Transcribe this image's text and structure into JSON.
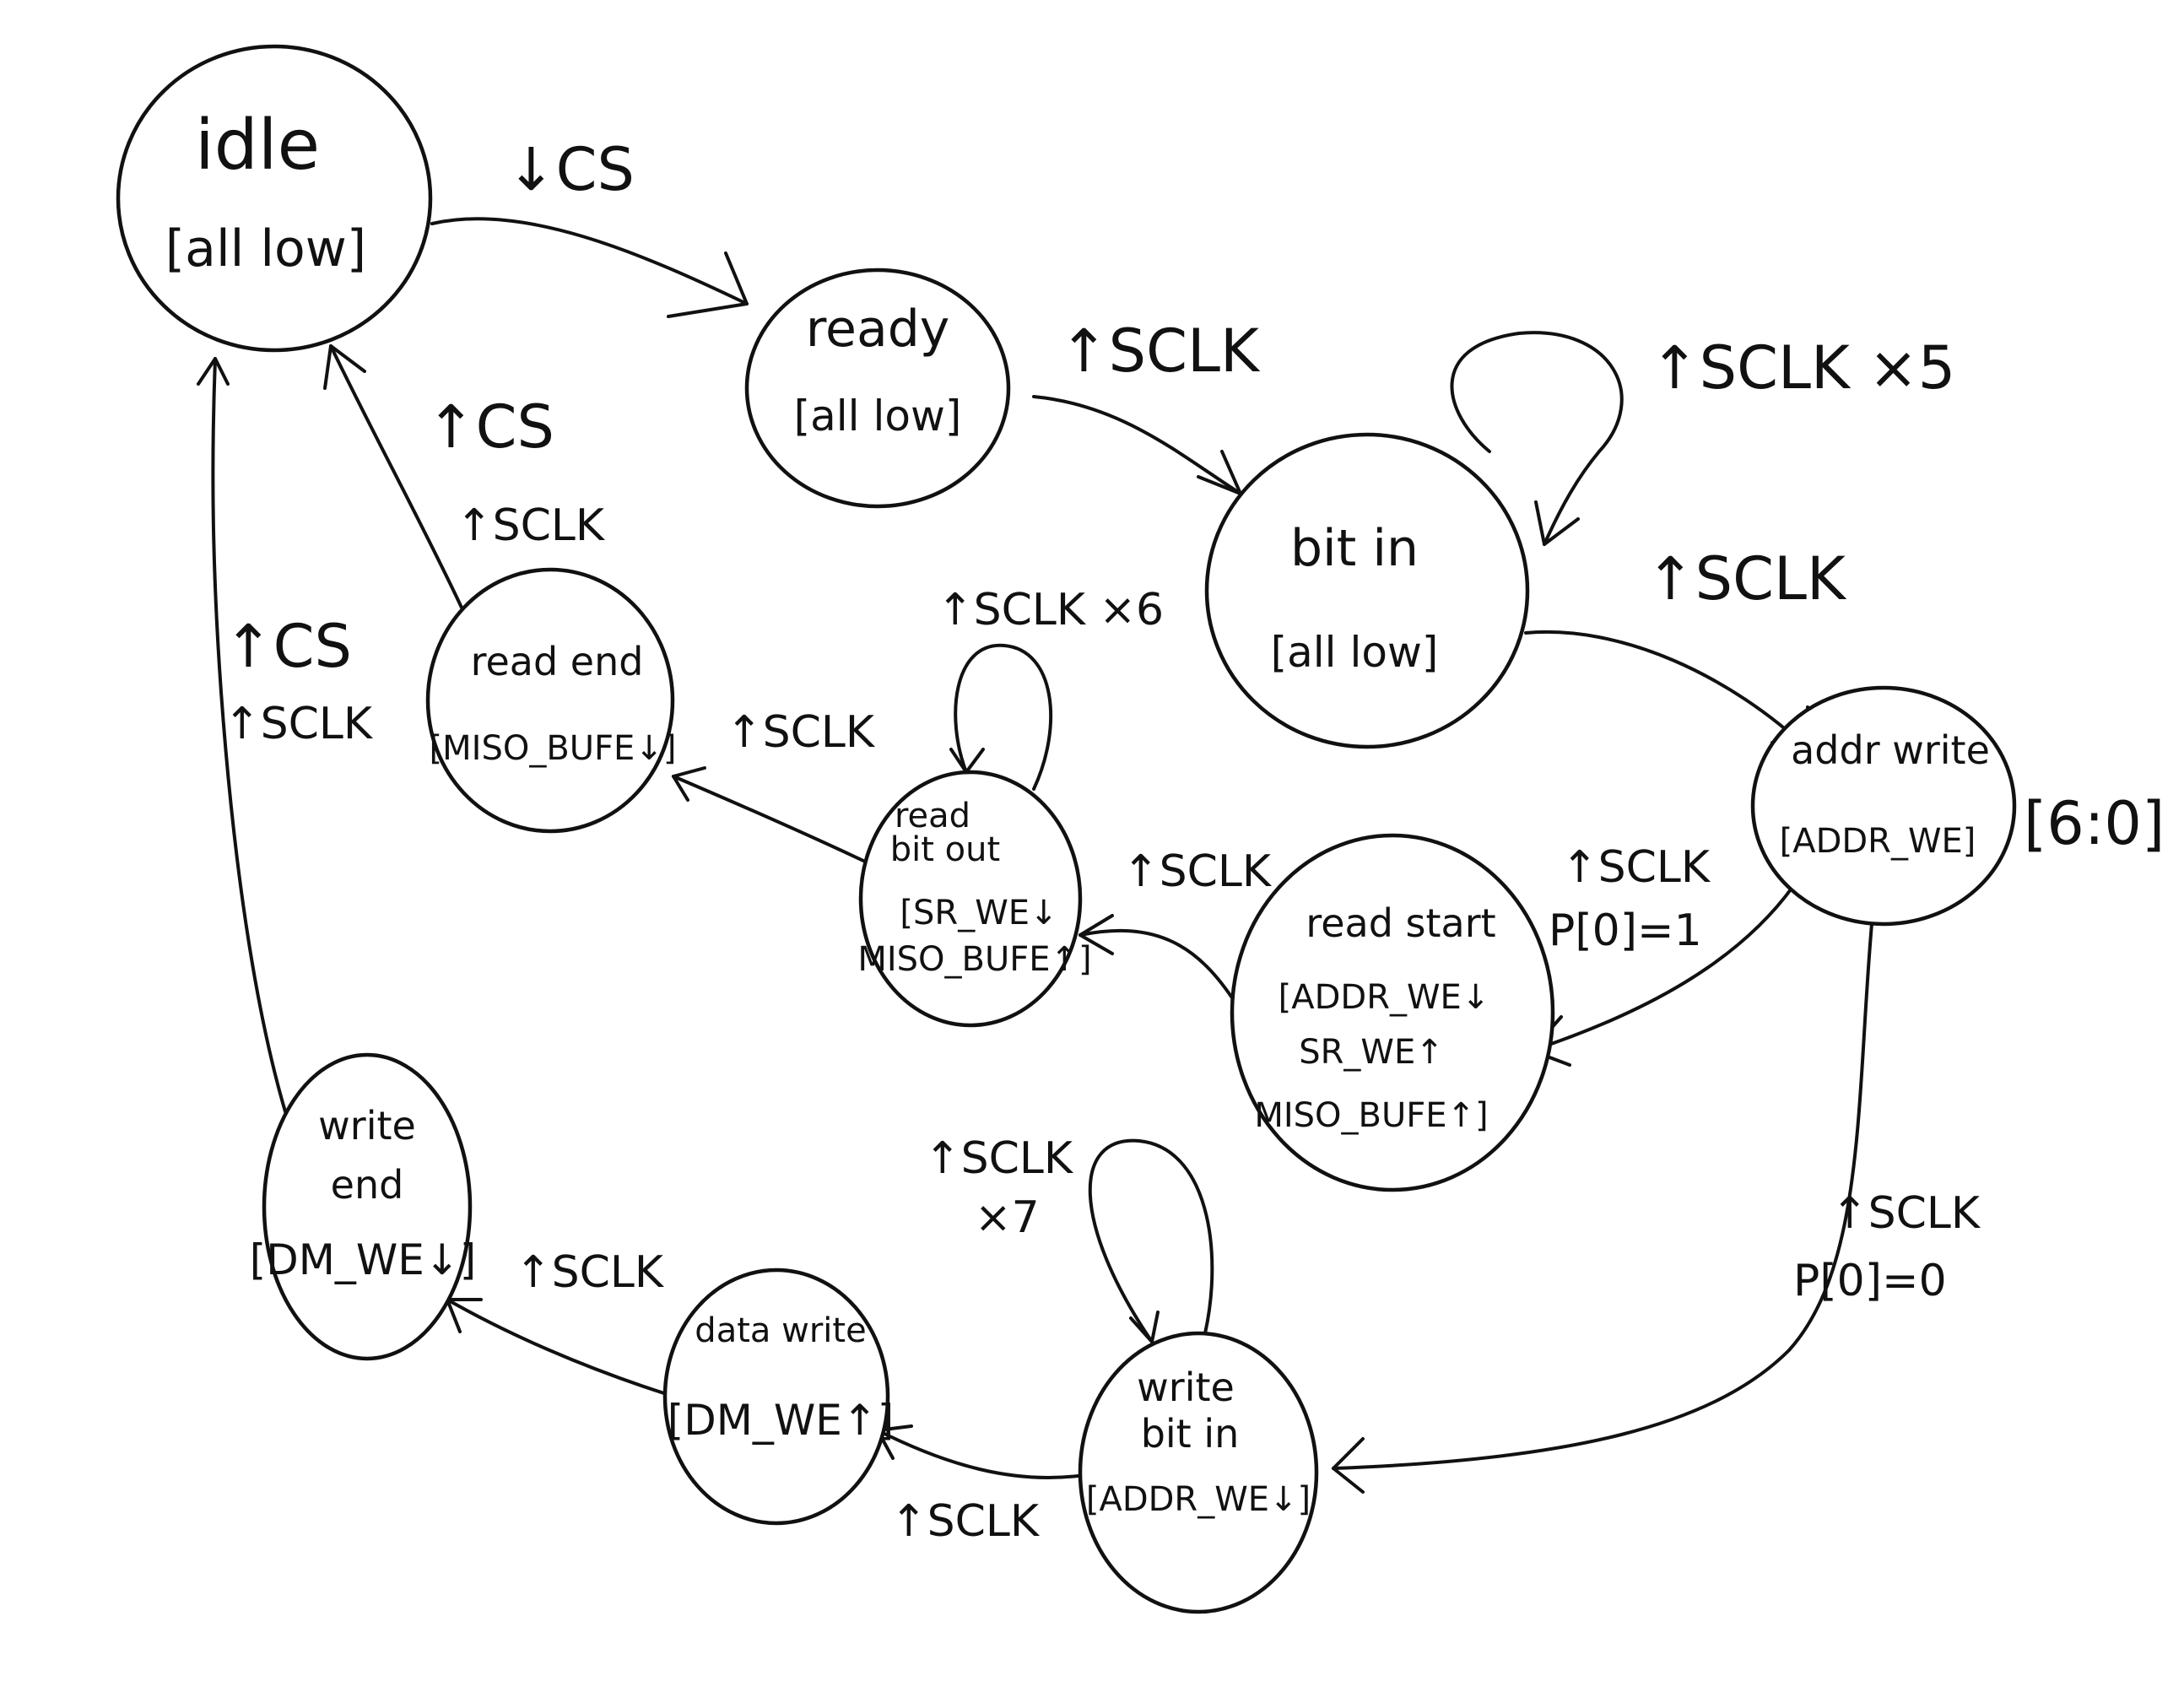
{
  "states": {
    "idle": {
      "name": "idle",
      "output": "[all low]"
    },
    "ready": {
      "name": "ready",
      "output": "[all low]"
    },
    "bit_in": {
      "name": "bit in",
      "output": "[all low]"
    },
    "addr_write": {
      "name": "addr write",
      "output": "[ADDR_WE]"
    },
    "read_start": {
      "name": "read start",
      "outputs": [
        "[ADDR_WE↓",
        "SR_WE↑",
        "MISO_BUFE↑]"
      ]
    },
    "read_bit_out": {
      "name_lines": [
        "read",
        "bit out"
      ],
      "outputs": [
        "[SR_WE↓",
        "MISO_BUFE↑]"
      ]
    },
    "read_end": {
      "name": "read end",
      "output": "[MISO_BUFE↓]"
    },
    "write_bit_in": {
      "name_lines": [
        "write",
        "bit in"
      ],
      "output": "[ADDR_WE↓]"
    },
    "data_write": {
      "name": "data write",
      "output": "[DM_WE↑]"
    },
    "write_end": {
      "name_lines": [
        "write",
        "end"
      ],
      "output": "[DM_WE↓]"
    }
  },
  "transitions": {
    "idle_to_ready": [
      "↓CS"
    ],
    "ready_to_bit_in": [
      "↑SCLK"
    ],
    "bit_in_self": [
      "↑SCLK ×5"
    ],
    "bit_in_to_addr_write": [
      "↑SCLK"
    ],
    "addr_write_to_read_start": [
      "↑SCLK",
      "P[0]=1"
    ],
    "read_start_to_read_bit_out": [
      "↑SCLK"
    ],
    "read_bit_out_self": [
      "↑SCLK ×6"
    ],
    "read_bit_out_to_read_end": [
      "↑SCLK"
    ],
    "read_end_to_idle": [
      "↑CS",
      "↑SCLK"
    ],
    "addr_write_to_write_bit_in": [
      "↑SCLK",
      "P[0]=0"
    ],
    "write_bit_in_self": [
      "↑SCLK",
      "×7"
    ],
    "write_bit_in_to_data_write": [
      "↑SCLK"
    ],
    "data_write_to_write_end": [
      "↑SCLK"
    ],
    "write_end_to_idle": [
      "↑CS",
      "↑SCLK"
    ]
  },
  "annotations": {
    "addr_bits": "[6:0]"
  }
}
